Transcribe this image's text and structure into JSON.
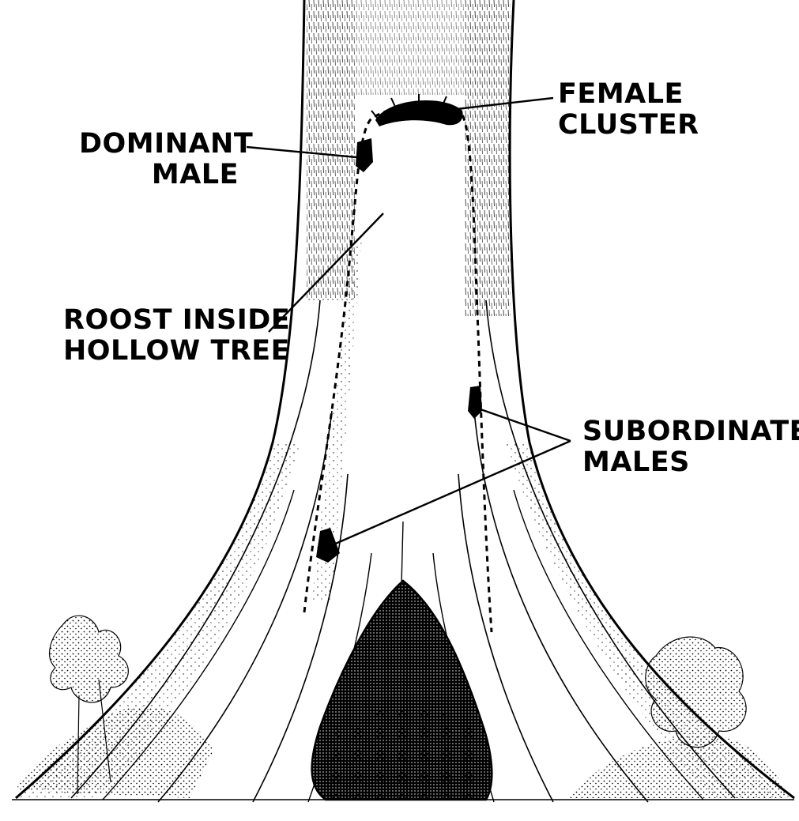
{
  "colors": {
    "ink": "#000000",
    "paper": "#ffffff"
  },
  "labels": {
    "female_cluster": {
      "line1": "FEMALE",
      "line2": "CLUSTER"
    },
    "dominant_male": {
      "line1": "DOMINANT",
      "line2": "MALE"
    },
    "roost": {
      "line1": "ROOST INSIDE",
      "line2": "HOLLOW TREE"
    },
    "subordinate_males": {
      "line1": "SUBORDINATE",
      "line2": "MALES"
    }
  }
}
